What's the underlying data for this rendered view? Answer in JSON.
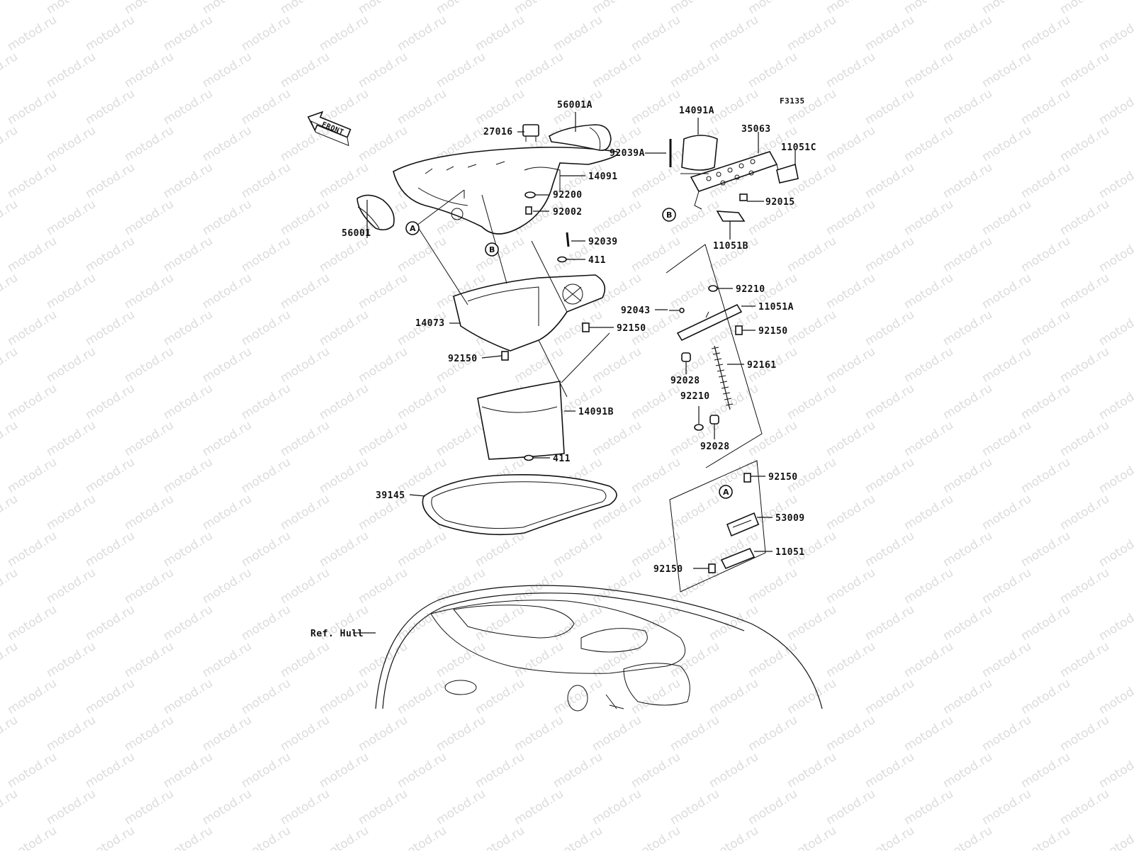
{
  "watermark": {
    "text": "motod.ru"
  },
  "figure_code": "F3135",
  "front_label": "FRONT",
  "ref_markers": [
    "A",
    "B"
  ],
  "callouts": [
    {
      "id": "56001A",
      "text": "56001A"
    },
    {
      "id": "27016",
      "text": "27016"
    },
    {
      "id": "14091",
      "text": "14091"
    },
    {
      "id": "92200",
      "text": "92200"
    },
    {
      "id": "92002",
      "text": "92002"
    },
    {
      "id": "56001",
      "text": "56001"
    },
    {
      "id": "92039",
      "text": "92039"
    },
    {
      "id": "411-a",
      "text": "411"
    },
    {
      "id": "14073",
      "text": "14073"
    },
    {
      "id": "92150-a",
      "text": "92150"
    },
    {
      "id": "92150-b",
      "text": "92150"
    },
    {
      "id": "14091B",
      "text": "14091B"
    },
    {
      "id": "411-b",
      "text": "411"
    },
    {
      "id": "39145",
      "text": "39145"
    },
    {
      "id": "ref-hull",
      "text": "Ref. Hull"
    },
    {
      "id": "14091A",
      "text": "14091A"
    },
    {
      "id": "35063",
      "text": "35063"
    },
    {
      "id": "11051C",
      "text": "11051C"
    },
    {
      "id": "92039A",
      "text": "92039A"
    },
    {
      "id": "92015",
      "text": "92015"
    },
    {
      "id": "11051B",
      "text": "11051B"
    },
    {
      "id": "92210-a",
      "text": "92210"
    },
    {
      "id": "92043",
      "text": "92043"
    },
    {
      "id": "11051A",
      "text": "11051A"
    },
    {
      "id": "92150-c",
      "text": "92150"
    },
    {
      "id": "92028-a",
      "text": "92028"
    },
    {
      "id": "92161",
      "text": "92161"
    },
    {
      "id": "92210-b",
      "text": "92210"
    },
    {
      "id": "92028-b",
      "text": "92028"
    },
    {
      "id": "92150-d",
      "text": "92150"
    },
    {
      "id": "53009",
      "text": "53009"
    },
    {
      "id": "11051",
      "text": "11051"
    },
    {
      "id": "92150-e",
      "text": "92150"
    }
  ]
}
